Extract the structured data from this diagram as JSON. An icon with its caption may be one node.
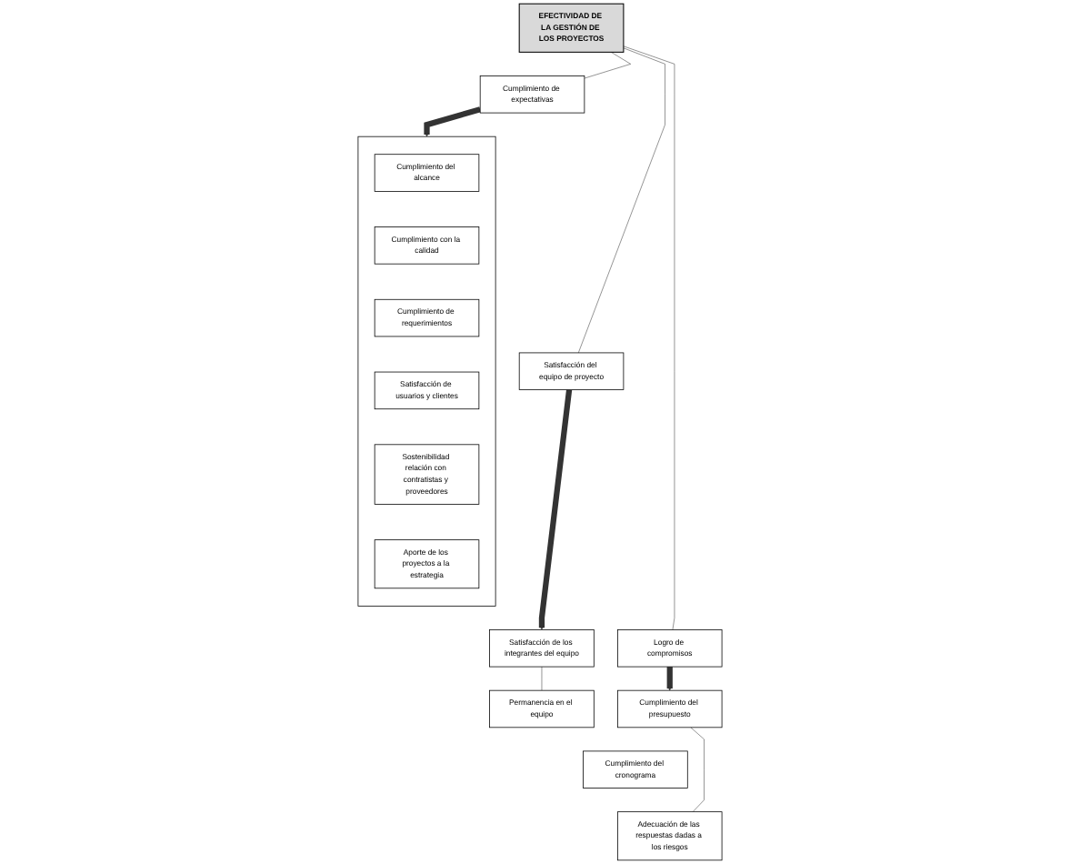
{
  "diagram": {
    "nodes": [
      {
        "text": [
          "EFECTIVIDAD DE LA GESTIÓN DE LOS PROYECTOS"
        ]
      },
      {
        "text": [
          "Cumplimiento de expectativas"
        ]
      },
      {
        "text": [
          "Satisfacción del equipo de proyecto"
        ]
      },
      {
        "text": [
          "Logro de compromisos"
        ]
      },
      {
        "text": [],
        "shape": "box"
      },
      {
        "text": [
          "Cumplimiento del alcance"
        ],
        "in": 4
      },
      {
        "text": [
          "Cumplimiento con la calidad"
        ],
        "in": 4
      },
      {
        "text": [
          "Cumplimiento de requerimientos"
        ],
        "in": 4
      },
      {
        "text": [
          "Satisfacción de usuarios y clientes"
        ],
        "in": 4
      },
      {
        "text": [
          "Sostenibilidad relación con contratistas y proveedores"
        ],
        "in": 4
      },
      {
        "text": [
          "Aporte de los proyectos a la estrategia"
        ],
        "in": 4
      },
      {
        "text": [
          "Satisfacción de los integrantes del equipo"
        ]
      },
      {
        "text": [
          "Permanencia en el equipo"
        ]
      },
      {
        "text": [
          "Cumplimiento del presupuesto"
        ]
      },
      {
        "text": [
          "Cumplimiento del cronograma"
        ]
      },
      {
        "text": [
          "Adecuación de las respuestas dadas a los riesgos"
        ]
      }
    ],
    "edges": [
      {
        "from": 0,
        "to": 1,
        "arrow": "none"
      },
      {
        "from": 0,
        "to": 2,
        "arrow": "none"
      },
      {
        "from": 0,
        "to": 3,
        "arrow": "none"
      },
      {
        "from": 1,
        "to": 4,
        "arrow": "to",
        "style": "thick"
      },
      {
        "from": 2,
        "to": 11,
        "arrow": "to",
        "style": "thick"
      },
      {
        "from": 3,
        "to": 13,
        "arrow": "to",
        "style": "thick"
      },
      {
        "from": 11,
        "to": 12,
        "arrow": "none"
      },
      {
        "from": 13,
        "to": 15,
        "arrow": "none"
      }
    ]
  }
}
